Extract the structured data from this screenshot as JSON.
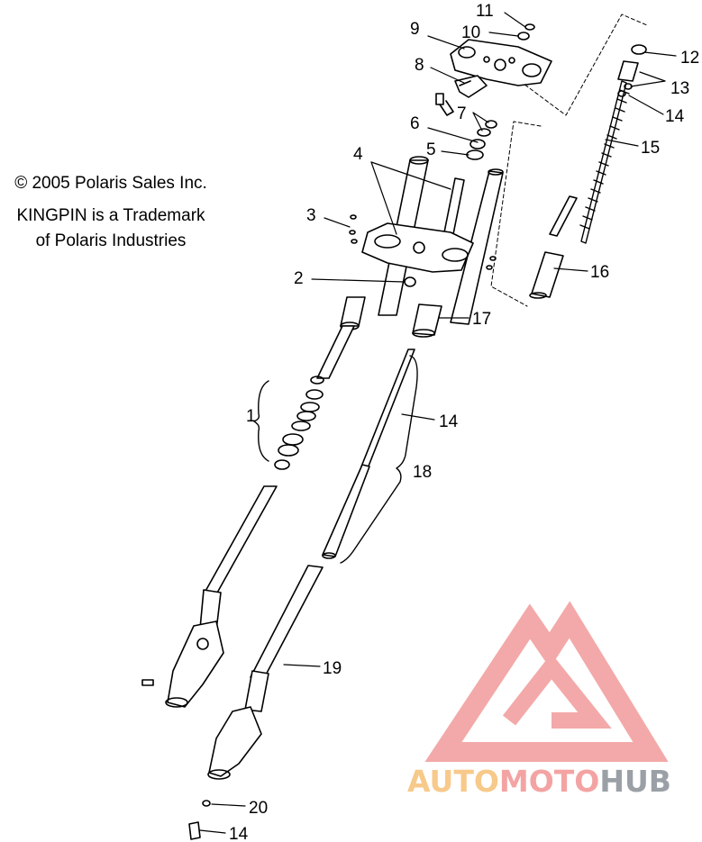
{
  "notes": {
    "copyright": "© 2005 Polaris Sales Inc.",
    "trademark_line1": "KINGPIN is a Trademark",
    "trademark_line2": "of Polaris Industries"
  },
  "callouts": {
    "c1": "1",
    "c2": "2",
    "c3": "3",
    "c4": "4",
    "c5": "5",
    "c6": "6",
    "c7": "7",
    "c8": "8",
    "c9": "9",
    "c10": "10",
    "c11": "11",
    "c12": "12",
    "c13": "13",
    "c14a": "14",
    "c14b": "14",
    "c14c": "14",
    "c15": "15",
    "c16": "16",
    "c17": "17",
    "c18": "18",
    "c19": "19",
    "c20": "20"
  },
  "watermark": {
    "part1": "AUTO",
    "part2": "MOTO",
    "part3": "HUB",
    "color_auto": "#f7c98a",
    "color_moto": "#f4a3a3",
    "color_hub": "#9aa0a6",
    "color_logo": "#f2a0a0"
  }
}
